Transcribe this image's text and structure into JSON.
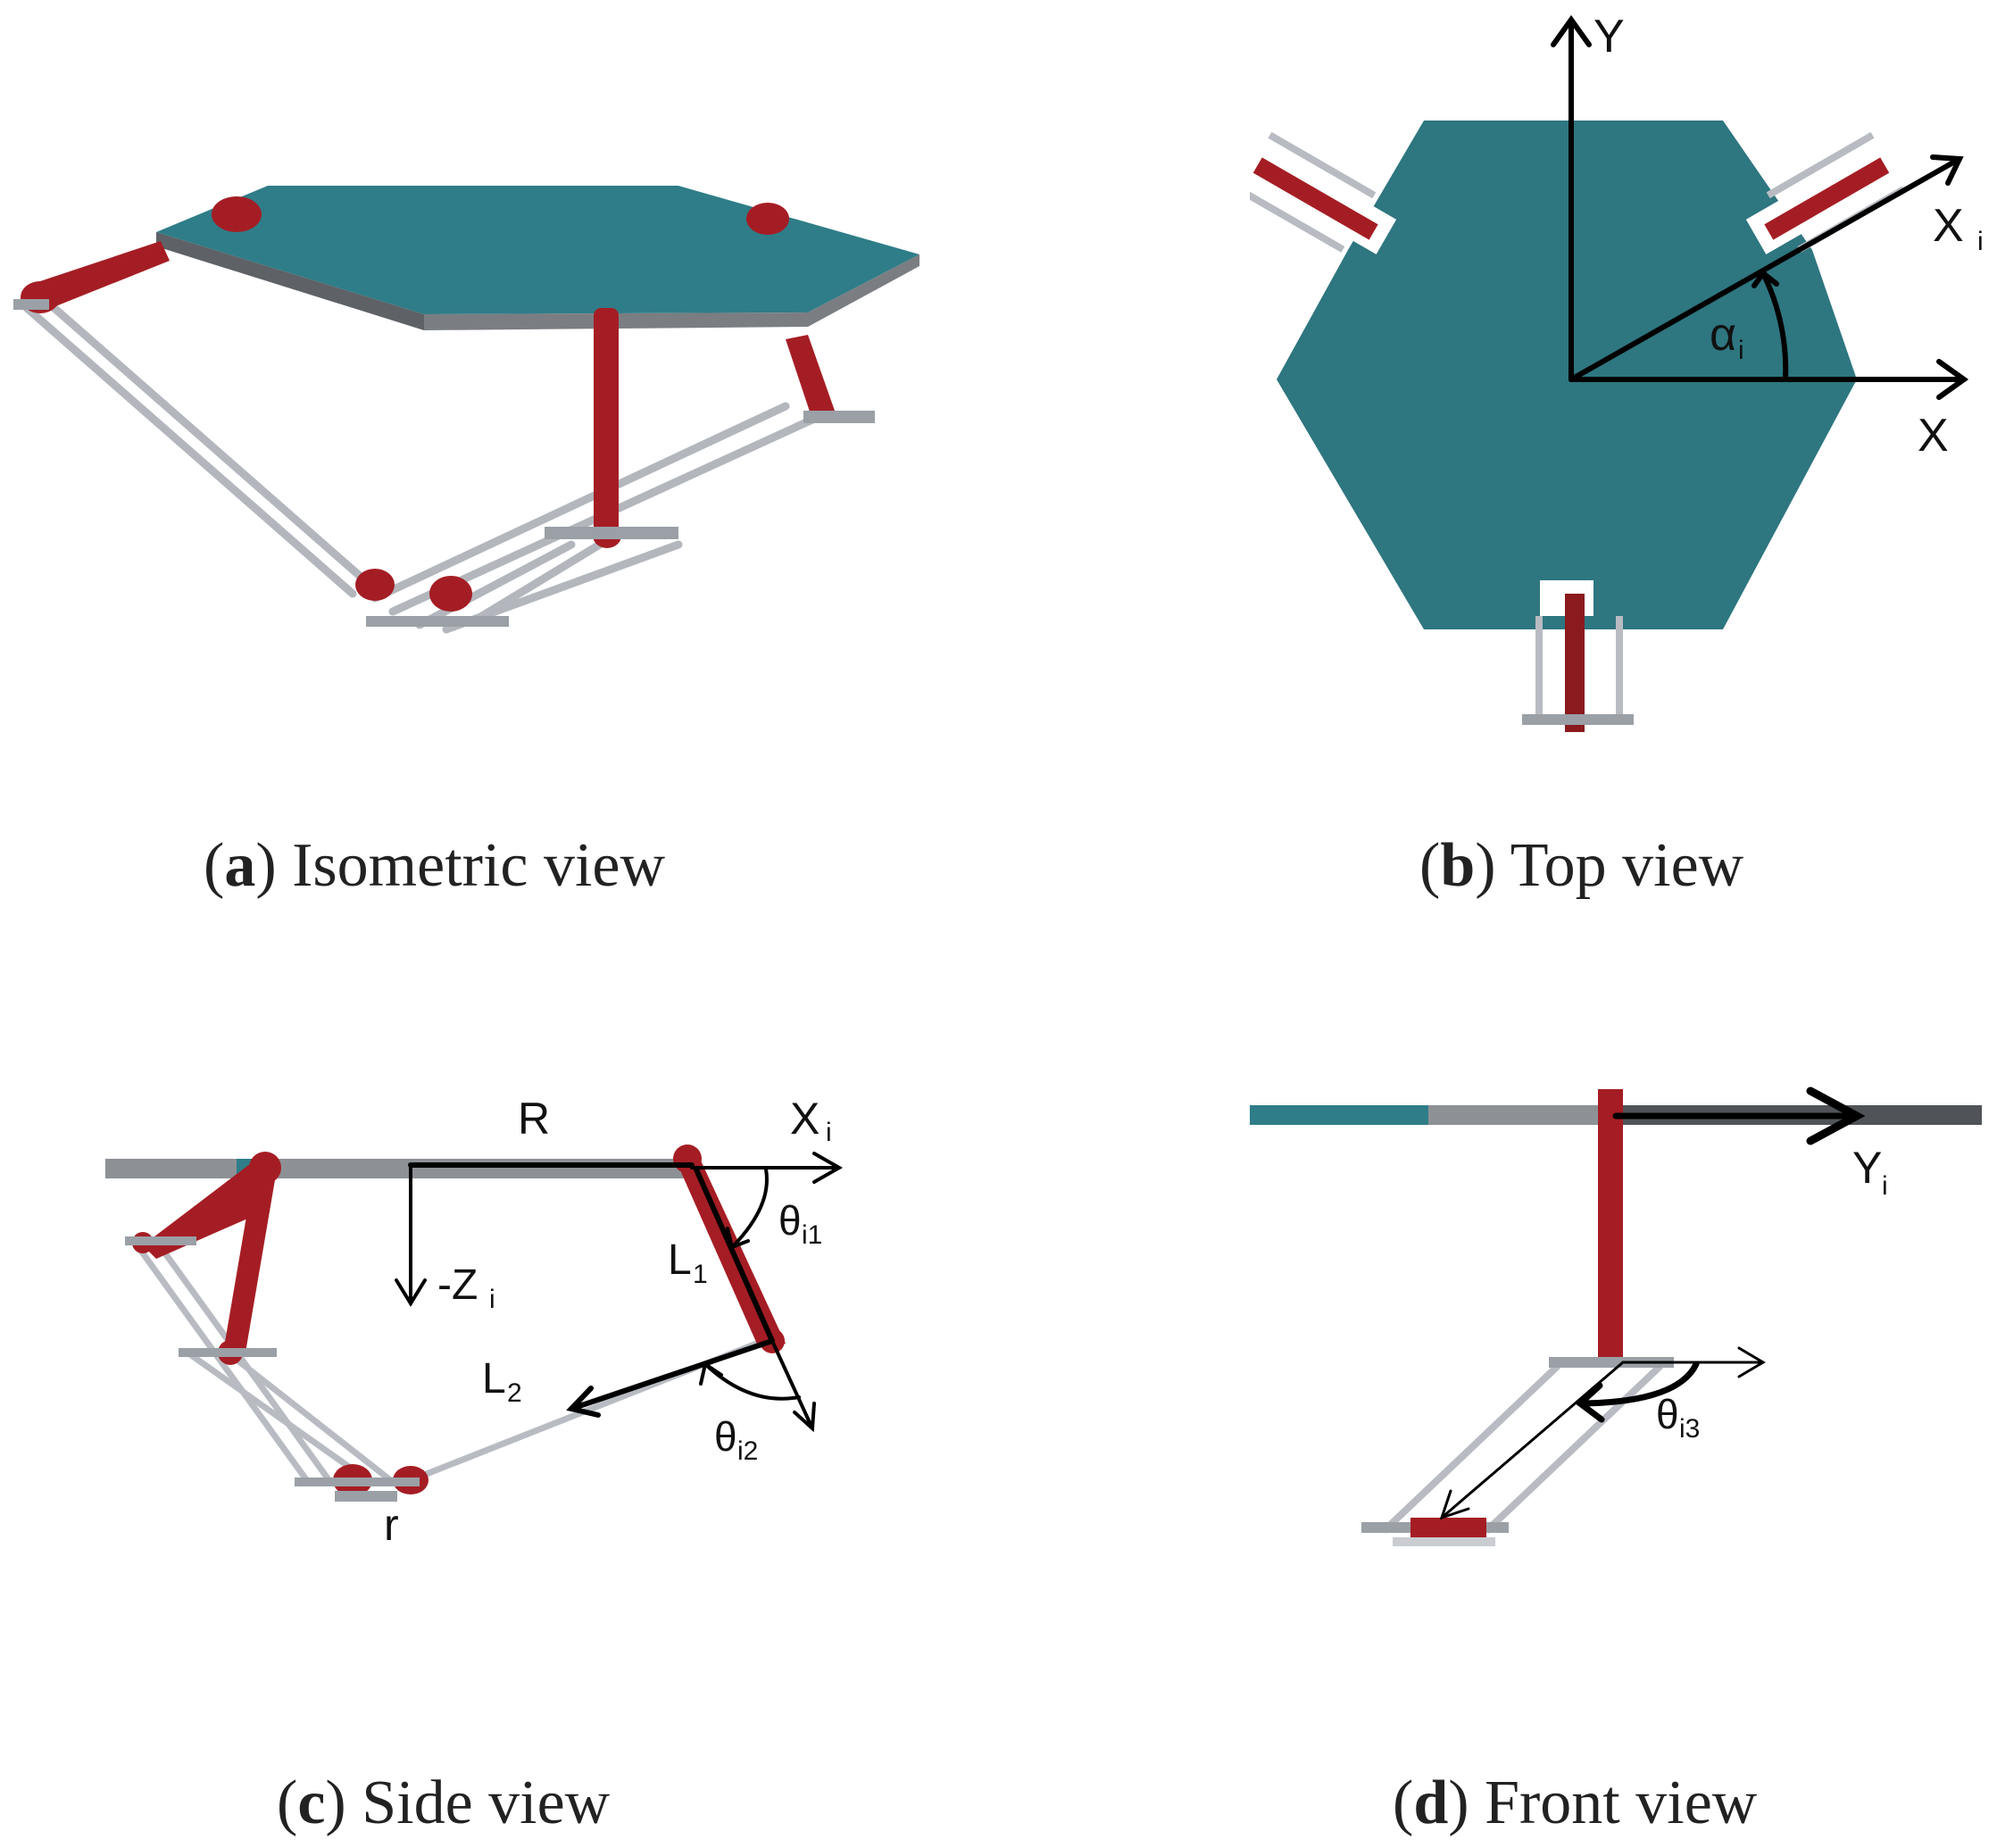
{
  "captions": {
    "a": {
      "letter": "a",
      "text": "Isometric view"
    },
    "b": {
      "letter": "b",
      "text": "Top view"
    },
    "c": {
      "letter": "c",
      "text": "Side view"
    },
    "d": {
      "letter": "d",
      "text": "Front view"
    }
  },
  "top_view": {
    "y_axis": "Y",
    "x_axis": "X",
    "xi_axis": "X",
    "xi_sub": "i",
    "alpha": "α",
    "alpha_sub": "i"
  },
  "side_view": {
    "R": "R",
    "Xi": "X",
    "Xi_sub": "i",
    "Zi": "-Z",
    "Zi_sub": "i",
    "L1": "L",
    "L1_sub": "1",
    "L2": "L",
    "L2_sub": "2",
    "theta1": "θ",
    "theta1_sub": "i1",
    "theta2": "θ",
    "theta2_sub": "i2",
    "r": "r"
  },
  "front_view": {
    "Yi": "Y",
    "Yi_sub": "i",
    "theta3": "θ",
    "theta3_sub": "i3"
  },
  "colors": {
    "platform": "#2f7d88",
    "platform_edge": "#7a7d82",
    "arm": "#a51d24",
    "rod": "#b8bcc2"
  }
}
